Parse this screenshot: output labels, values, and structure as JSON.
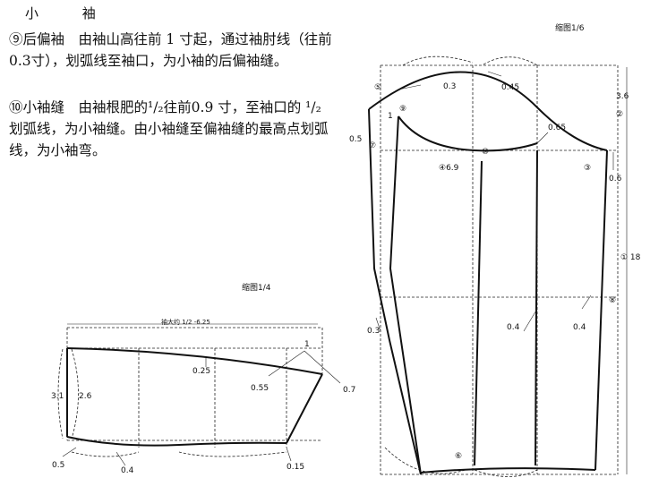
{
  "text": {
    "heading": "小  袖",
    "para1": "⑨后偏袖　由袖山高往前 1 寸起，通过袖肘线（往前0.3寸），划弧线至袖口，为小袖的后偏袖缝。",
    "para2": "⑩小袖缝　由袖根肥的¹/₂往前0.9 寸，至袖口的 ¹/₂ 划弧线，为小袖缝。由小袖缝至偏袖缝的最高点划弧线，为小袖弯。"
  },
  "left_diagram": {
    "scale": "缩图1/4",
    "top_label": "袖大约 1/2 -6.25",
    "labels": {
      "v31": "3.1",
      "v26": "2.6",
      "v025": "0.25",
      "v1": "1",
      "v055": "0.55",
      "v07": "0.7",
      "v05": "0.5",
      "v04": "0.4",
      "v015": "0.15"
    }
  },
  "right_diagram": {
    "scale": "缩图1/6",
    "labels": {
      "n5": "⑤",
      "v03a": "0.3",
      "v045": "0.45",
      "v36": "3.6",
      "n2": "②",
      "v1": "1",
      "n9": "⑨",
      "v05": "0.5",
      "v065": "0.65",
      "n7": "⑦",
      "n10": "⑩",
      "v69": "④6.9",
      "n3": "③",
      "v06": "0.6",
      "v18": "① 18",
      "n8": "⑧",
      "v03b": "0.3",
      "v04a": "0.4",
      "v04b": "0.4",
      "n6": "⑥"
    }
  }
}
